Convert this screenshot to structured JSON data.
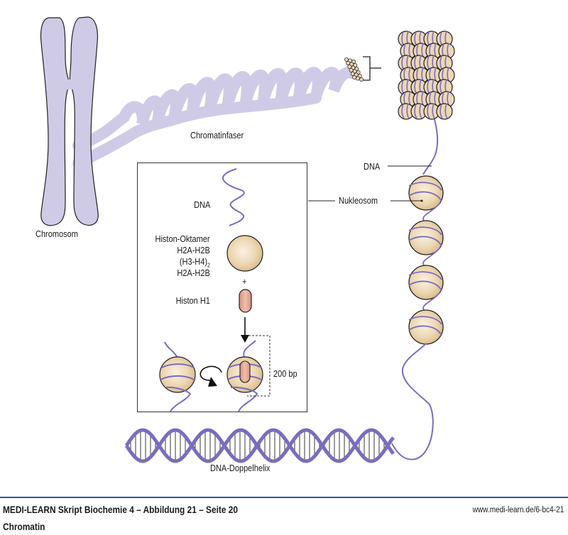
{
  "figure": {
    "title": "MEDI-LEARN Skript Biochemie 4 – Abbildung 21 – Seite 20",
    "subtitle": "Chromatin",
    "url": "www.medi-learn.de/6-bc4-21"
  },
  "labels": {
    "chromosome": "Chromosom",
    "chromatin_fiber": "Chromatinfaser",
    "dna": "DNA",
    "nucleosome": "Nukleosom",
    "double_helix": "DNA-Doppelhelix"
  },
  "inset": {
    "dna": "DNA",
    "octamer_title": "Histon-Oktamer",
    "octamer_line1": "H2A-H2B",
    "octamer_line2_main": "(H3-H4)",
    "octamer_line2_sub": "2",
    "octamer_line3": "H2A-H2B",
    "plus": "+",
    "histone_h1": "Histon H1",
    "length": "200 bp"
  },
  "colors": {
    "chromosome_fill": "#cfcbe6",
    "dna_purple": "#7b6cc0",
    "histone_fill": "#e9d3ac",
    "h1_fill": "#e3a898",
    "outline": "#222222",
    "footer_rule": "#1f5fa8"
  }
}
